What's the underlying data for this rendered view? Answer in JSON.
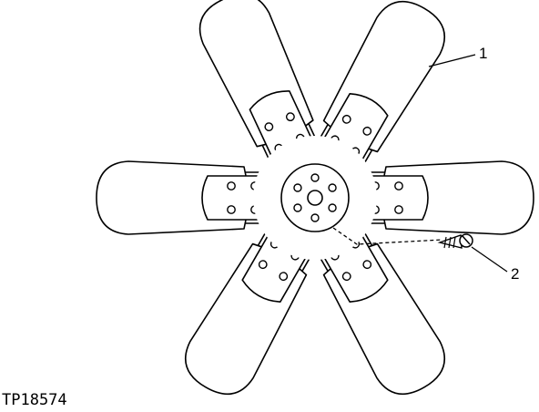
{
  "figure": {
    "id": "TP18574",
    "callouts": [
      {
        "label": "1",
        "part": "fan blade"
      },
      {
        "label": "2",
        "part": "screw"
      }
    ]
  },
  "colors": {
    "line": "#000000",
    "fill": "#ffffff"
  }
}
